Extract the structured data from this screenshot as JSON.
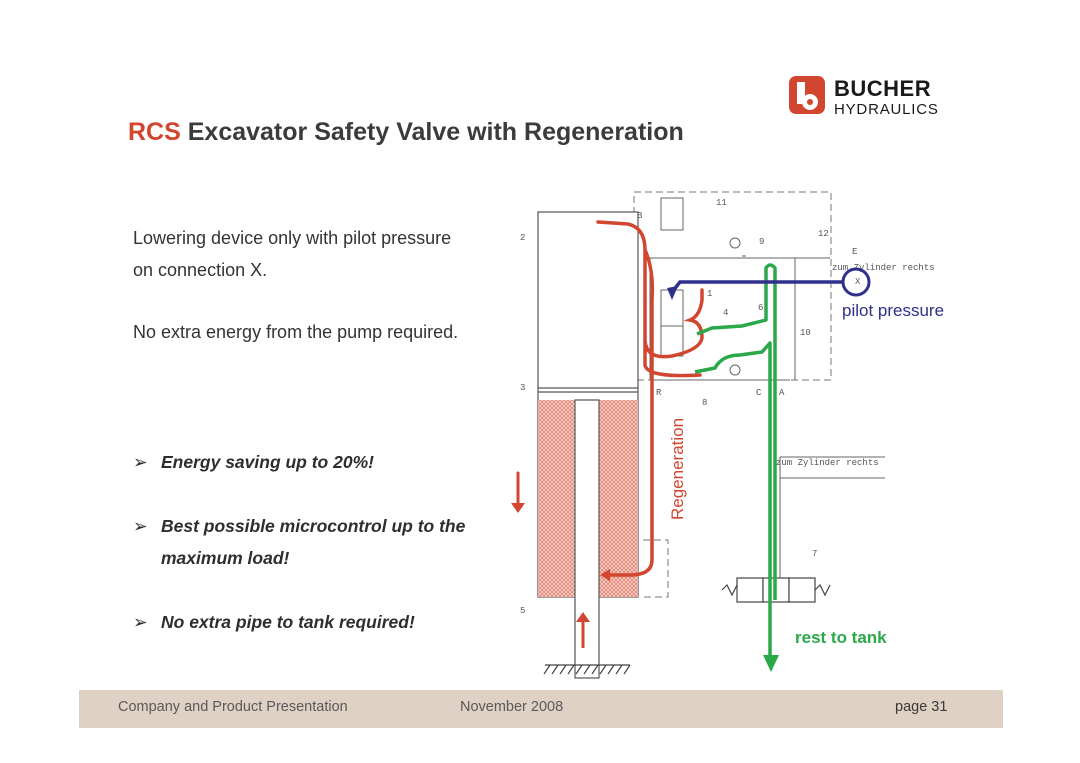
{
  "logo": {
    "name_line1": "BUCHER",
    "name_line2": "HYDRAULICS",
    "color": "#d2452f"
  },
  "title": {
    "accent": "RCS",
    "rest": " Excavator Safety Valve with Regeneration"
  },
  "body": {
    "paragraph1": "Lowering device only with pilot pressure on connection X.",
    "paragraph2": "No extra energy from the pump required.",
    "bullet_marker": "➢",
    "bullets": [
      "Energy saving up to 20%!",
      "Best possible microcontrol up to the maximum load!",
      "No extra pipe to tank required!"
    ]
  },
  "diagram": {
    "labels": {
      "pilot_pressure": "pilot pressure",
      "rest_to_tank": "rest to tank",
      "regeneration": "Regeneration"
    },
    "callouts": [
      "1",
      "2",
      "3",
      "4",
      "5",
      "6",
      "7",
      "8",
      "9",
      "10",
      "11",
      "12"
    ],
    "ports": [
      "B",
      "E",
      "X",
      "R",
      "C",
      "A"
    ],
    "cylinder_note_top": "zum Zylinder rechts",
    "cylinder_note_bottom": "zum Zylinder rechts",
    "colors": {
      "regeneration": "#d2452f",
      "pilot": "#2f2f8c",
      "tank": "#2aa84a"
    }
  },
  "footer": {
    "company": "Company and Product Presentation",
    "date": "November 2008",
    "page": "page 31"
  }
}
